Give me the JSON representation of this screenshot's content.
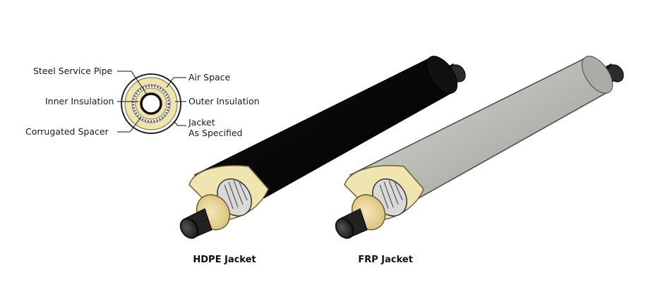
{
  "cross_section": {
    "labels": {
      "steel_service_pipe": "Steel Service Pipe",
      "air_space": "Air Space",
      "inner_insulation": "Inner Insulation",
      "outer_insulation": "Outer Insulation",
      "corrugated_spacer": "Corrugated Spacer",
      "jacket_line1": "Jacket",
      "jacket_line2": "As Specified"
    }
  },
  "pipes": [
    {
      "caption": "HDPE Jacket",
      "jacket_color": "#0d0d0d"
    },
    {
      "caption": "FRP Jacket",
      "jacket_color": "#b9bdb6"
    }
  ],
  "colors": {
    "insulation": "#eee0a8",
    "insulation_dark": "#c9b26a",
    "steel": "#2a2a2a",
    "spacer": "#cfcfcf"
  }
}
